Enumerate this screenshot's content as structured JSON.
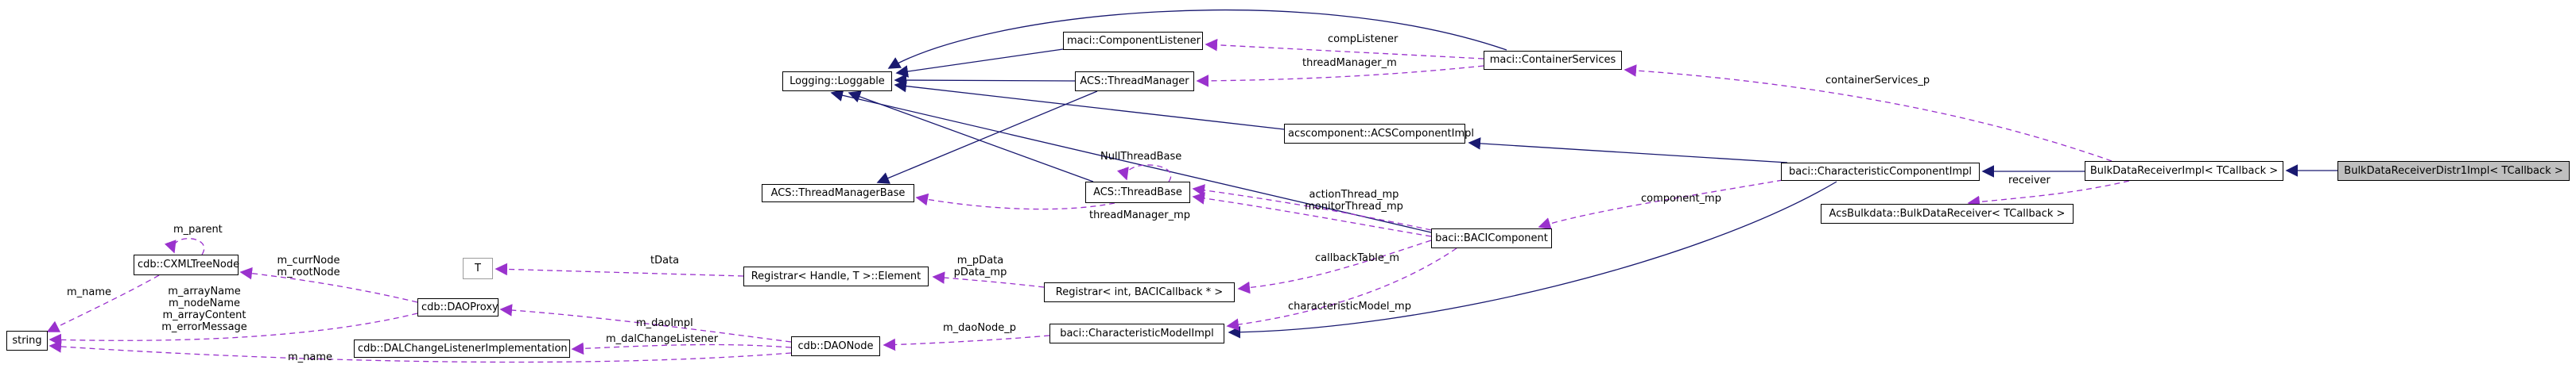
{
  "diagram": {
    "kind": "doxygen-collaboration-graph",
    "focus_node": "BulkDataReceiverDistr1Impl< TCallback >",
    "colors": {
      "inheritance_edge": "#191970",
      "usage_edge": "#9a32cd",
      "node_border": "#000000",
      "node_background": "#ffffff",
      "focus_node_background": "#bfbfbf",
      "template_node_border": "#9c9c9c"
    }
  },
  "nodes": [
    {
      "id": "componentlistener",
      "label": "maci::ComponentListener"
    },
    {
      "id": "containerservices",
      "label": "maci::ContainerServices"
    },
    {
      "id": "loggable",
      "label": "Logging::Loggable"
    },
    {
      "id": "threadmanager",
      "label": "ACS::ThreadManager"
    },
    {
      "id": "acscomponentimpl",
      "label": "acscomponent::ACSComponentImpl"
    },
    {
      "id": "threadbase",
      "label": "ACS::ThreadBase"
    },
    {
      "id": "threadmanagerbase",
      "label": "ACS::ThreadManagerBase"
    },
    {
      "id": "characteristiccomponentimpl",
      "label": "baci::CharacteristicComponentImpl"
    },
    {
      "id": "bulkdatareceiverimpl",
      "label": "BulkDataReceiverImpl< TCallback >"
    },
    {
      "id": "bulkdatareceiverdistr1impl",
      "label": "BulkDataReceiverDistr1Impl< TCallback >",
      "highlighted": true
    },
    {
      "id": "acsbulkdatareceiver",
      "label": "AcsBulkdata::BulkDataReceiver< TCallback >"
    },
    {
      "id": "bacicomponent",
      "label": "baci::BACIComponent"
    },
    {
      "id": "cxmltreenode",
      "label": "cdb::CXMLTreeNode"
    },
    {
      "id": "t",
      "label": "T",
      "template_param": true
    },
    {
      "id": "registrarelement",
      "label": "Registrar< Handle, T >::Element"
    },
    {
      "id": "registrarint",
      "label": "Registrar< int, BACICallback * >"
    },
    {
      "id": "daoproxy",
      "label": "cdb::DAOProxy"
    },
    {
      "id": "string",
      "label": "string"
    },
    {
      "id": "dalchangelistenerimpl",
      "label": "cdb::DALChangeListenerImplementation"
    },
    {
      "id": "daonode",
      "label": "cdb::DAONode"
    },
    {
      "id": "characteristicmodelimpl",
      "label": "baci::CharacteristicModelImpl"
    }
  ],
  "labels": {
    "compListener": "compListener",
    "threadManager_m": "threadManager_m",
    "containerServices_p": "containerServices_p",
    "actionThread_mp": "actionThread_mp",
    "monitorThread_mp": "monitorThread_mp",
    "NullThreadBase": "NullThreadBase",
    "threadManager_mp": "threadManager_mp",
    "component_mp": "component_mp",
    "receiver": "receiver",
    "callbackTable_m": "callbackTable_m",
    "characteristicModel_mp": "characteristicModel_mp",
    "m_pData": "m_pData",
    "pData_mp": "pData_mp",
    "tData": "tData",
    "m_daoNode_p": "m_daoNode_p",
    "m_daoImpl": "m_daoImpl",
    "m_dalChangeListener": "m_dalChangeListener",
    "m_name": "m_name",
    "m_parent": "m_parent",
    "m_currNode": "m_currNode",
    "m_rootNode": "m_rootNode",
    "m_arrayName": "m_arrayName",
    "m_nodeName": "m_nodeName",
    "m_arrayContent": "m_arrayContent",
    "m_errorMessage": "m_errorMessage"
  },
  "edges": {
    "inheritance": [
      {
        "from": "maci::ComponentListener",
        "to": "Logging::Loggable"
      },
      {
        "from": "maci::ContainerServices",
        "to": "Logging::Loggable"
      },
      {
        "from": "ACS::ThreadManager",
        "to": "Logging::Loggable"
      },
      {
        "from": "acscomponent::ACSComponentImpl",
        "to": "Logging::Loggable"
      },
      {
        "from": "ACS::ThreadBase",
        "to": "Logging::Loggable"
      },
      {
        "from": "baci::BACIComponent",
        "to": "Logging::Loggable"
      },
      {
        "from": "ACS::ThreadManager",
        "to": "ACS::ThreadManagerBase"
      },
      {
        "from": "baci::CharacteristicComponentImpl",
        "to": "acscomponent::ACSComponentImpl"
      },
      {
        "from": "baci::CharacteristicComponentImpl",
        "to": "baci::CharacteristicModelImpl"
      },
      {
        "from": "BulkDataReceiverImpl< TCallback >",
        "to": "baci::CharacteristicComponentImpl"
      },
      {
        "from": "BulkDataReceiverDistr1Impl< TCallback >",
        "to": "BulkDataReceiverImpl< TCallback >"
      }
    ],
    "usage": [
      {
        "from": "maci::ContainerServices",
        "to": "maci::ComponentListener",
        "label": "compListener"
      },
      {
        "from": "maci::ContainerServices",
        "to": "ACS::ThreadManager",
        "label": "threadManager_m"
      },
      {
        "from": "BulkDataReceiverImpl< TCallback >",
        "to": "maci::ContainerServices",
        "label": "containerServices_p"
      },
      {
        "from": "baci::BACIComponent",
        "to": "ACS::ThreadBase",
        "label": "actionThread_mp, monitorThread_mp"
      },
      {
        "from": "ACS::ThreadBase",
        "to": "ACS::ThreadBase",
        "label": "NullThreadBase"
      },
      {
        "from": "ACS::ThreadBase",
        "to": "ACS::ThreadManagerBase",
        "label": "threadManager_mp"
      },
      {
        "from": "baci::CharacteristicComponentImpl",
        "to": "baci::BACIComponent",
        "label": "component_mp"
      },
      {
        "from": "BulkDataReceiverImpl< TCallback >",
        "to": "AcsBulkdata::BulkDataReceiver< TCallback >",
        "label": "receiver"
      },
      {
        "from": "baci::BACIComponent",
        "to": "Registrar< int, BACICallback * >",
        "label": "callbackTable_m"
      },
      {
        "from": "baci::BACIComponent",
        "to": "baci::CharacteristicModelImpl",
        "label": "characteristicModel_mp"
      },
      {
        "from": "Registrar< int, BACICallback * >",
        "to": "Registrar< Handle, T >::Element",
        "label": "m_pData, pData_mp"
      },
      {
        "from": "Registrar< Handle, T >::Element",
        "to": "T",
        "label": "tData"
      },
      {
        "from": "baci::CharacteristicModelImpl",
        "to": "cdb::DAONode",
        "label": "m_daoNode_p"
      },
      {
        "from": "cdb::DAONode",
        "to": "cdb::DAOProxy",
        "label": "m_daoImpl"
      },
      {
        "from": "cdb::DAONode",
        "to": "cdb::DALChangeListenerImplementation",
        "label": "m_dalChangeListener"
      },
      {
        "from": "cdb::DAONode",
        "to": "string",
        "label": "m_name"
      },
      {
        "from": "cdb::DAOProxy",
        "to": "cdb::CXMLTreeNode",
        "label": "m_currNode, m_rootNode"
      },
      {
        "from": "cdb::DAOProxy",
        "to": "string",
        "label": "m_arrayName, m_nodeName, m_arrayContent, m_errorMessage"
      },
      {
        "from": "cdb::CXMLTreeNode",
        "to": "string",
        "label": "m_name"
      },
      {
        "from": "cdb::CXMLTreeNode",
        "to": "cdb::CXMLTreeNode",
        "label": "m_parent"
      }
    ]
  }
}
